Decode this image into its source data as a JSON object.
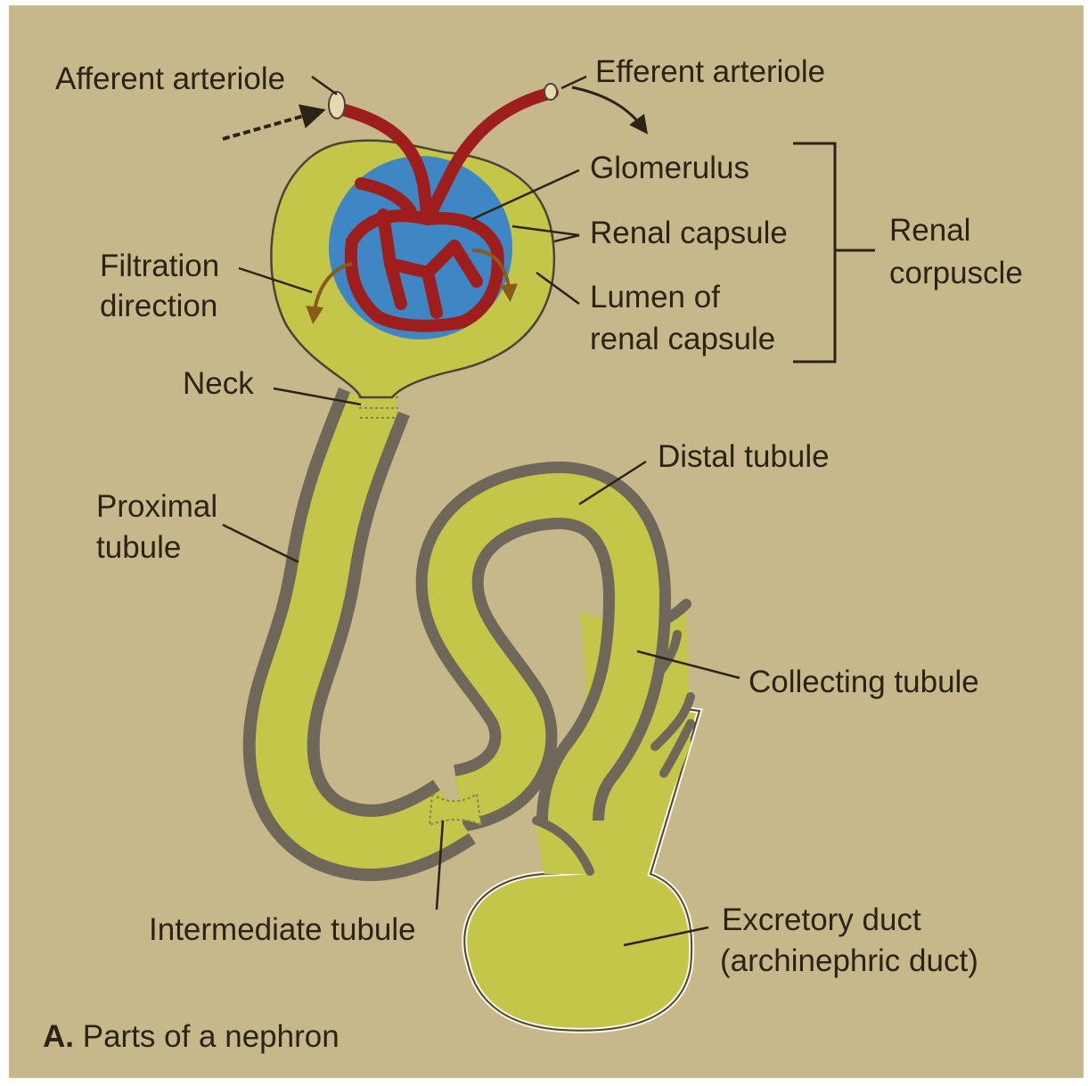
{
  "labels": {
    "afferent_arteriole": "Afferent arteriole",
    "efferent_arteriole": "Efferent arteriole",
    "glomerulus": "Glomerulus",
    "renal_capsule": "Renal capsule",
    "renal_corpuscle_line1": "Renal",
    "renal_corpuscle_line2": "corpuscle",
    "filtration_line1": "Filtration",
    "filtration_line2": "direction",
    "lumen_line1": "Lumen of",
    "lumen_line2": "renal capsule",
    "neck": "Neck",
    "proximal_line1": "Proximal",
    "proximal_line2": "tubule",
    "distal_tubule": "Distal tubule",
    "collecting_tubule": "Collecting tubule",
    "intermediate_tubule": "Intermediate tubule",
    "excretory_line1": "Excretory duct",
    "excretory_line2": "(archinephric duct)"
  },
  "caption": {
    "letter": "A.",
    "text": "Parts of a nephron"
  },
  "colors": {
    "background": "#c7b88c",
    "tubule_fill": "#c4c64a",
    "tubule_wall": "#6f685a",
    "vessel": "#9e1d1d",
    "glomerulus_space": "#3f86c4",
    "leader_line": "#2b2416"
  }
}
